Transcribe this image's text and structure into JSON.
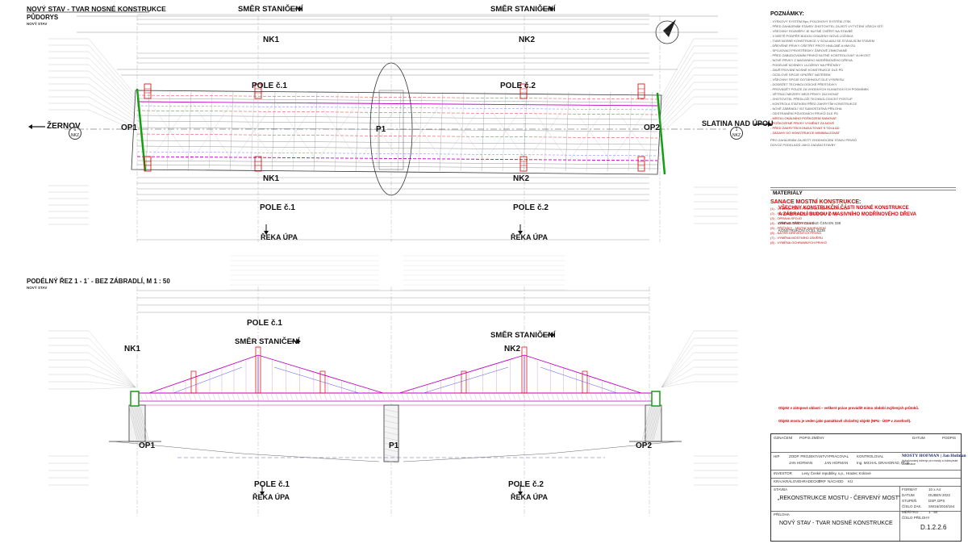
{
  "drawing": {
    "title": "NOVÝ STAV - TVAR NOSNÉ KONSTRUKCE",
    "plan_label": "PŮDORYS",
    "plan_sub": "NOVÝ STAV",
    "section_label": "PODÉLNÝ ŘEZ 1 - 1´ - BEZ ZÁBRADLÍ, M 1 : 50",
    "section_sub": "NOVÝ STAV",
    "direction_label": "SMĚR STANIČENÍ",
    "left_abutment": "OP1",
    "right_abutment": "OP2",
    "pier": "P1",
    "left_destination": "ŽERNOV",
    "right_destination": "SLATINA NAD ÚPOU",
    "span1": "NK1",
    "span2": "NK2",
    "field1": "POLE č.1",
    "field2": "POLE č.2",
    "river": "ŘEKA ÚPA",
    "section_mark": "1",
    "section_mark_sub": "NKZ"
  },
  "notes": {
    "heading": "POZNÁMKY:",
    "lines_black": [
      "- VÝŠKOVÝ SYSTÉM Bpv, POLOHOVÝ SYSTÉM JTSK",
      "- PŘED ZAHÁJENÍM STAVBY ZHOTOVITEL ZAJISTÍ VYTÝČENÍ VŠECH SÍTÍ",
      "- VŠECHNY ROZMĚRY JE NUTNÉ OVĚŘIT NA STAVBĚ",
      "- V MÍSTĚ PODPĚR BUDOU OSAZENY NOVÁ LOŽISKA",
      "- TVAR NOSNÉ KONSTRUKCE V SOULADU SE STÁVAJÍCÍM STAVEM",
      "- DŘEVĚNÉ PRVKY OŠETŘIT PROTI HNILOBĚ A HMYZU",
      "- SPOJOVACÍ PROSTŘEDKY ŽÁROVĚ ZINKOVANÉ",
      "- PŘED ZABUDOVÁNÍM PRVKŮ NUTNÉ KONTROLOVAT VLHKOST",
      "- NOVÉ PRVKY Z MASIVNÍHO MODŘÍNOVÉHO DŘEVA",
      "- PODÉLNÉ NOSNÍKY ULOŽENY NA PŘÍČNÍKY",
      "- ZAVĚTROVÁNÍ NOSNÉ KONSTRUKCE DLE PD",
      "- OCELOVÉ SPOJE OPATŘIT NÁTĚREM",
      "- VŠECHNY SPOJE DOTÁHNOUT DLE VÝKRESU",
      "- DODRŽET TECHNOLOGICKÉ PŘESTÁVKY",
      "- PROVÁDĚT POUZE ZA VHODNÝCH KLIMATICKÝCH PODMÍNEK",
      "- VĚTRACÍ MEZERY MEZI PRVKY ZACHOVAT",
      "- ZHOTOVITEL PŘEDLOŽÍ TECHNOLOGICKÝ POSTUP",
      "- KONTROLA STATIKEM PŘED ZAKRYTÍM KONSTRUKCE",
      "- NOVÉ ZÁBRADLÍ VIZ SAMOSTATNÁ PŘÍLOHA",
      "- ODSTRANĚNÍ PŮVODNÍCH PRVKŮ DLE PD"
    ],
    "lines_red": [
      "- MÍSTA LOKÁLNÍHO POŠKOZENÍ SANOVAT",
      "- POŠKOZENÉ PRVKY VYMĚNIT ZA NOVÉ",
      "- PŘED ZAKRYTÍM KONZULTOVAT S TDI A AD",
      "- ZÁSAHY DO KONSTRUKCE MINIMALIZOVAT"
    ],
    "lines_tail": [
      "PRO ZAHÁJENÍM ZAJISTIT ZHODNOCENÍ STAVU PRVKŮ",
      "DOVOZ PODKLADŮ JAKO ZADÁNÍ STAVBY"
    ],
    "sanace_heading": "SANACE MOSTNÍ KONSTRUKCE:",
    "sanace_lines": [
      "(1) - VÝMĚNA ČÁSTI PRVKŮ NOSNÉ KONSTRUKCE",
      "(2) - PLOMBOVÁNÍ A PROTÉZOVÁNÍ PRVKŮ",
      "(3) - OPRAVA SPOJŮ",
      "(4) - VÝMĚNA ZAVĚTROVÁNÍ",
      "(5) - PŘÍČNÍKY - MÍSTNÍ NAHRAZENÍ",
      "(6) - NÁTĚR DŘEVĚNÝCH PRVKŮ",
      "(7) - VÝMĚNA MOSTNÍHO ZÁVĚRU",
      "(8) - VÝMĚNA OCHRANNÝCH PRVKŮ"
    ],
    "materials_heading": "MATERIÁLY",
    "materials_text1": "VŠECHNY KONSTRUKČNÍ ČÁSTI NOSNÉ KONSTRUKCE",
    "materials_text2": "A ZÁBRADLÍ BUDOU Z MASIVNÍHO MODŘÍNOVÉHO DŘEVA",
    "materials_sub1": "DŘEVO TŘÍDY C24 DLE ČSN EN 338",
    "materials_sub2": "KONSTRUKČNÍ OCEL S235",
    "red_note1": "Objekt v zátopové oblasti – veškeré práce provádět mimo období zvýšených průtoků.",
    "red_note2": "Objekt mostu je veden jako památkově chráněný objekt (NPU - ÚOP v Josefově)."
  },
  "titleblock": {
    "rev_headers": [
      "OZNAČENÍ",
      "POPIS ZMĚNY",
      "DATUM",
      "PODPIS"
    ],
    "roles": [
      "HIP",
      "ZODP. PROJEKTANT",
      "VYPRACOVAL",
      "KONTROLOVAL"
    ],
    "names": [
      "JAN HOFMAN",
      "JAN HOFMAN",
      "Ing. MICHAL DRAHORÁD, Ph.D."
    ],
    "company": "MOSTY HOFMAN | Jan Hofman",
    "company_sub": "Autorizovaný inženýr pro mosty a inženýrské konstrukce",
    "investor_label": "INVESTOR",
    "investor": "Lesy České republiky, s.p., Hradec Králové",
    "kraj_label": "KRAJ",
    "kraj": "KRÁLOVÉHRADECKÝ",
    "orp_label": "ORP",
    "orp": "NÁCHOD",
    "ku_label": "KÚ",
    "stavba_label": "STAVBA",
    "stavba": "„REKONSTRUKCE MOSTU - ČERVENÝ MOST\"",
    "priloha_label": "PŘÍLOHA",
    "priloha": "NOVÝ STAV - TVAR  NOSNÉ KONSTRUKCE",
    "format_label": "FORMÁT",
    "format": "10 x A4",
    "datum_label": "DATUM",
    "datum": "DUBEN 2022",
    "stupen_label": "STUPEŇ",
    "stupen": "DSP, DPS",
    "cislo_label": "ČÍSLO ZAK.",
    "cislo": "SW16/2019/164",
    "meritko_label": "MĚŘÍTKO",
    "meritko": "1 : 50",
    "cislo_prilohy_label": "ČÍSLO PŘÍLOHY",
    "cislo_prilohy": "D.1.2.2.6"
  },
  "colors": {
    "line": "#333333",
    "red": "#d40000",
    "magenta": "#c000c0",
    "purple": "#5050ff",
    "green": "#10a010",
    "pink": "#e060c0"
  }
}
